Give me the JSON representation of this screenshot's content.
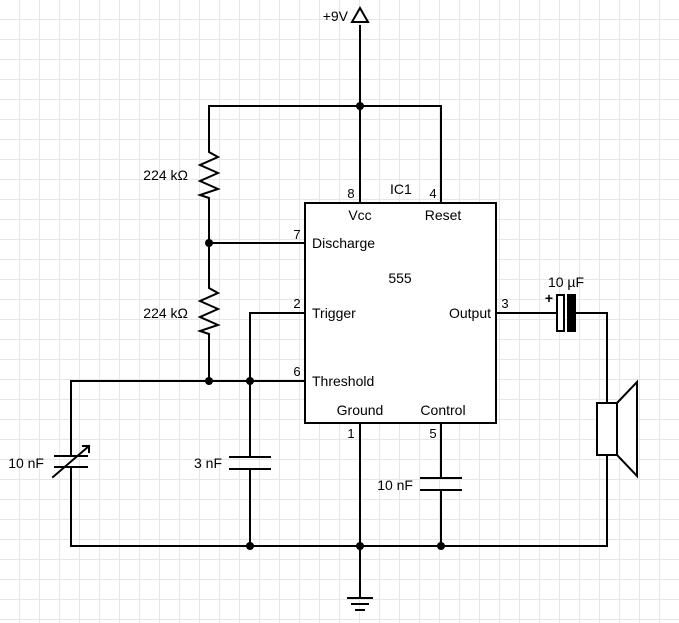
{
  "supply": {
    "label": "+9V"
  },
  "ic": {
    "ref": "IC1",
    "part": "555",
    "pins": {
      "vcc": {
        "num": "8",
        "name": "Vcc"
      },
      "reset": {
        "num": "4",
        "name": "Reset"
      },
      "discharge": {
        "num": "7",
        "name": "Discharge"
      },
      "trigger": {
        "num": "2",
        "name": "Trigger"
      },
      "threshold": {
        "num": "6",
        "name": "Threshold"
      },
      "output": {
        "num": "3",
        "name": "Output"
      },
      "ground": {
        "num": "1",
        "name": "Ground"
      },
      "control": {
        "num": "5",
        "name": "Control"
      }
    }
  },
  "components": {
    "r1": {
      "value": "224 kΩ"
    },
    "r2": {
      "value": "224 kΩ"
    },
    "cv": {
      "value": "10 nF"
    },
    "c1": {
      "value": "3 nF"
    },
    "c2": {
      "value": "10 nF"
    },
    "cout": {
      "value": "10 µF",
      "polarity": "+"
    }
  }
}
